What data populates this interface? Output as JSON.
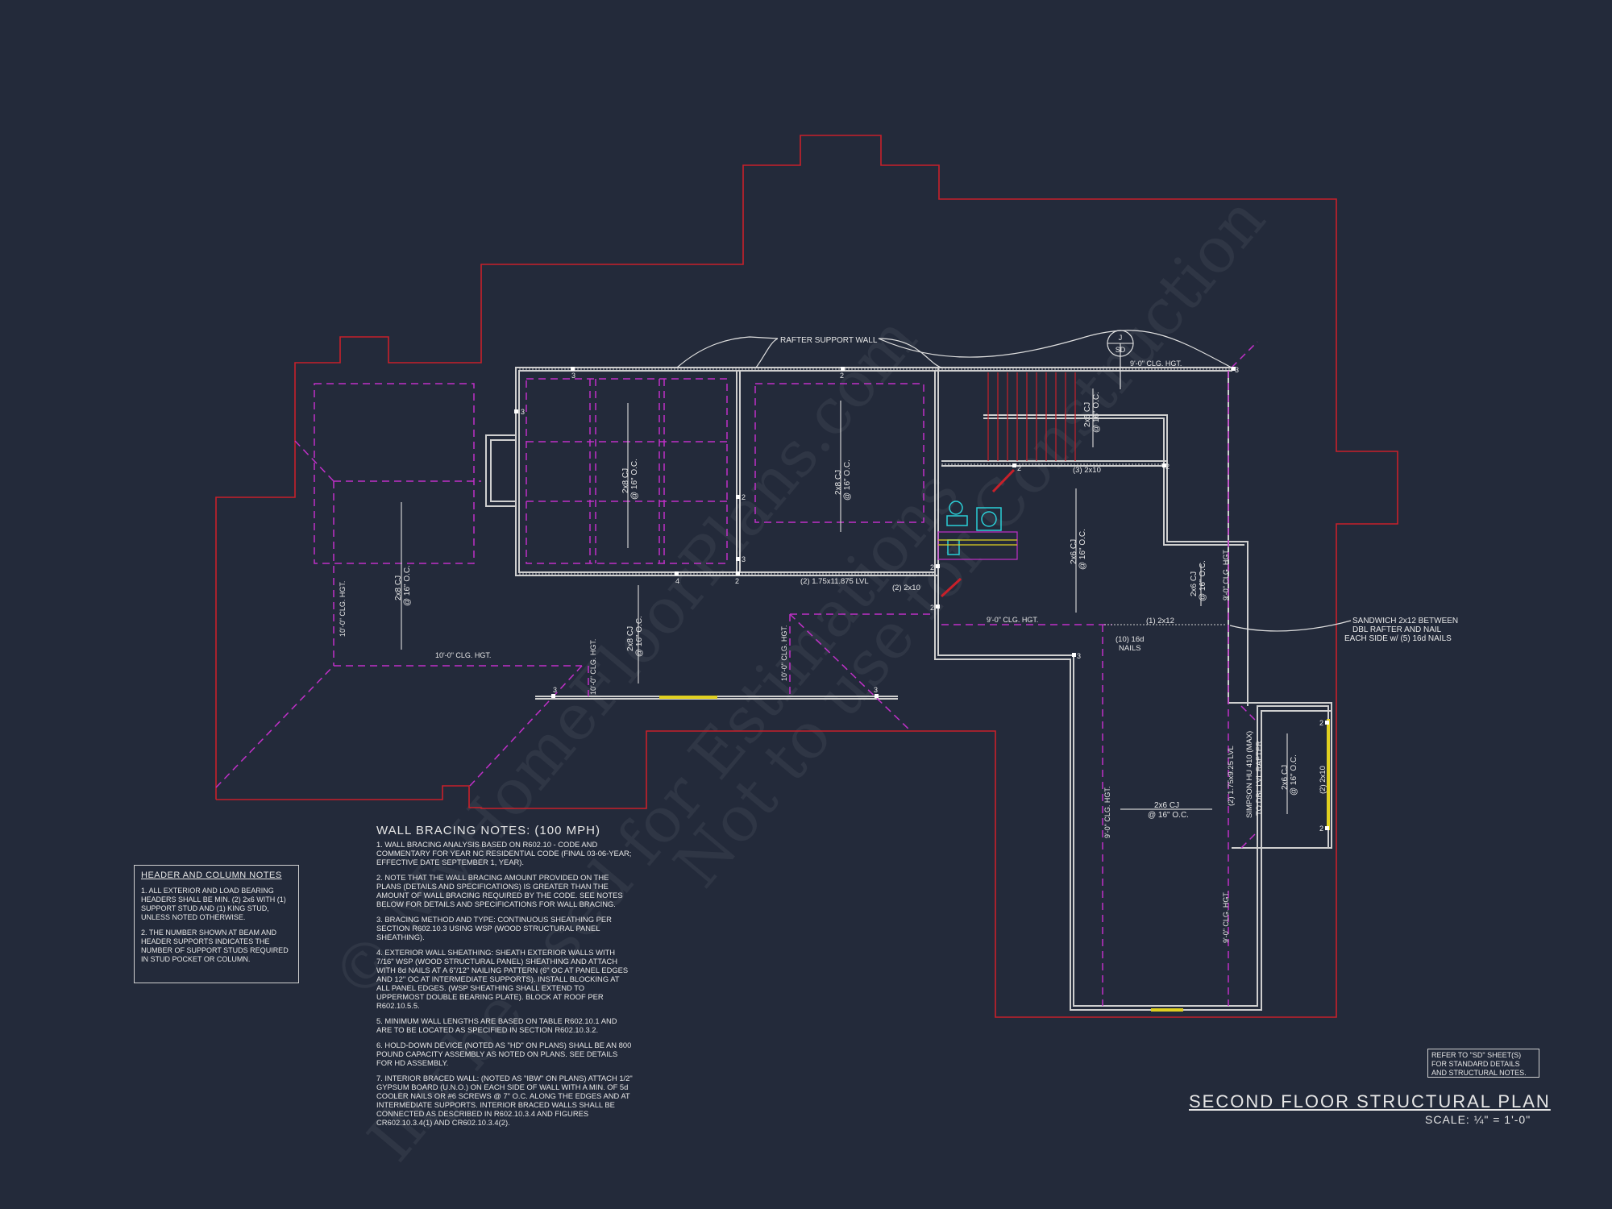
{
  "drawing": {
    "title": "SECOND FLOOR STRUCTURAL PLAN",
    "scale": "SCALE: ¼\" = 1'-0\"",
    "reference_note": "REFER TO \"SD\" SHEET(S) FOR STANDARD DETAILS AND STRUCTURAL NOTES.",
    "colors": {
      "background": "#232a3a",
      "roof_outline": "#c8202a",
      "joist_lines": "#c030c8",
      "walls": "#d0d0d0",
      "headers": "#e0d020"
    }
  },
  "watermark": {
    "line1": "© MyHomeFloorPlans.com",
    "line2": "Not to use for Construction",
    "line3": "Illy be used for Estimations"
  },
  "header_notes": {
    "heading": "HEADER AND COLUMN NOTES",
    "items": [
      "1. ALL EXTERIOR AND LOAD BEARING HEADERS SHALL BE MIN. (2) 2x6 WITH (1) SUPPORT STUD AND (1) KING STUD, UNLESS NOTED OTHERWISE.",
      "2. THE NUMBER SHOWN AT BEAM AND HEADER SUPPORTS INDICATES THE NUMBER OF SUPPORT STUDS REQUIRED IN STUD POCKET OR COLUMN."
    ]
  },
  "wall_bracing": {
    "heading": "WALL BRACING NOTES: (100 MPH)",
    "items": [
      "1. WALL BRACING ANALYSIS BASED ON R602.10 - CODE AND COMMENTARY FOR YEAR NC RESIDENTIAL CODE (FINAL 03-06-YEAR; EFFECTIVE DATE SEPTEMBER 1, YEAR).",
      "2. NOTE THAT THE WALL BRACING AMOUNT PROVIDED ON THE PLANS (DETAILS AND SPECIFICATIONS) IS GREATER THAN THE AMOUNT OF WALL BRACING REQUIRED BY THE CODE. SEE NOTES BELOW FOR DETAILS AND SPECIFICATIONS FOR WALL BRACING.",
      "3. BRACING METHOD AND TYPE: CONTINUOUS SHEATHING PER SECTION R602.10.3 USING WSP (WOOD STRUCTURAL PANEL SHEATHING).",
      "4. EXTERIOR WALL SHEATHING: SHEATH EXTERIOR WALLS WITH 7/16\" WSP (WOOD STRUCTURAL PANEL) SHEATHING AND ATTACH WITH 8d NAILS AT A 6\"/12\" NAILING PATTERN (6\" OC AT PANEL EDGES AND 12\" OC AT INTERMEDIATE SUPPORTS). INSTALL BLOCKING AT ALL PANEL EDGES. (WSP SHEATHING SHALL EXTEND TO UPPERMOST DOUBLE BEARING PLATE). BLOCK AT ROOF PER R602.10.5.5.",
      "5. MINIMUM WALL LENGTHS ARE BASED ON TABLE R602.10.1 AND ARE TO BE LOCATED AS SPECIFIED IN SECTION R602.10.3.2.",
      "6. HOLD-DOWN DEVICE (NOTED AS \"HD\" ON PLANS) SHALL BE AN 800 POUND CAPACITY ASSEMBLY AS NOTED ON PLANS. SEE DETAILS FOR HD ASSEMBLY.",
      "7. INTERIOR BRACED WALL: (NOTED AS \"IBW\" ON PLANS) ATTACH 1/2\" GYPSUM BOARD (U.N.O.) ON EACH SIDE OF WALL WITH A MIN. OF 5d COOLER NAILS OR #6 SCREWS @ 7\" O.C. ALONG THE EDGES AND AT INTERMEDIATE SUPPORTS. INTERIOR BRACED WALLS SHALL BE CONNECTED AS DESCRIBED IN R602.10.3.4 AND FIGURES CR602.10.3.4(1) AND CR602.10.3.4(2)."
    ]
  },
  "labels": {
    "rafter_support": "RAFTER SUPPORT WALL",
    "sandwich_1": "SANDWICH 2x12 BETWEEN",
    "sandwich_2": "DBL RAFTER AND NAIL",
    "sandwich_3": "EACH SIDE w/ (5) 16d NAILS",
    "lvl_main": "(2) 1.75x11.875 LVL",
    "hdr_2x10a": "(2) 2x10",
    "hdr_3x10": "(3) 2x10",
    "hdr_1x12": "(1) 2x12",
    "nails_1": "(10) 16d",
    "nails_2": "NAILS",
    "clg_9": "9'-0\" CLG. HGT.",
    "clg_10": "10'-0\" CLG. HGT.",
    "cj_2x8": "2x8 CJ",
    "cj_2x6": "2x6 CJ",
    "oc16": "@ 16\" O.C.",
    "simpson_1": "SIMPSON HU 410 (MAX)",
    "simpson_2": "TO DBL LVL RAFTER",
    "lvl_rafter": "(2) 1.75x9.25 LVL",
    "hdr_2x10v": "(2) 2x10",
    "detail_top": "J",
    "detail_bottom": "SD",
    "n2": "2",
    "n3": "3",
    "n4": "4"
  }
}
